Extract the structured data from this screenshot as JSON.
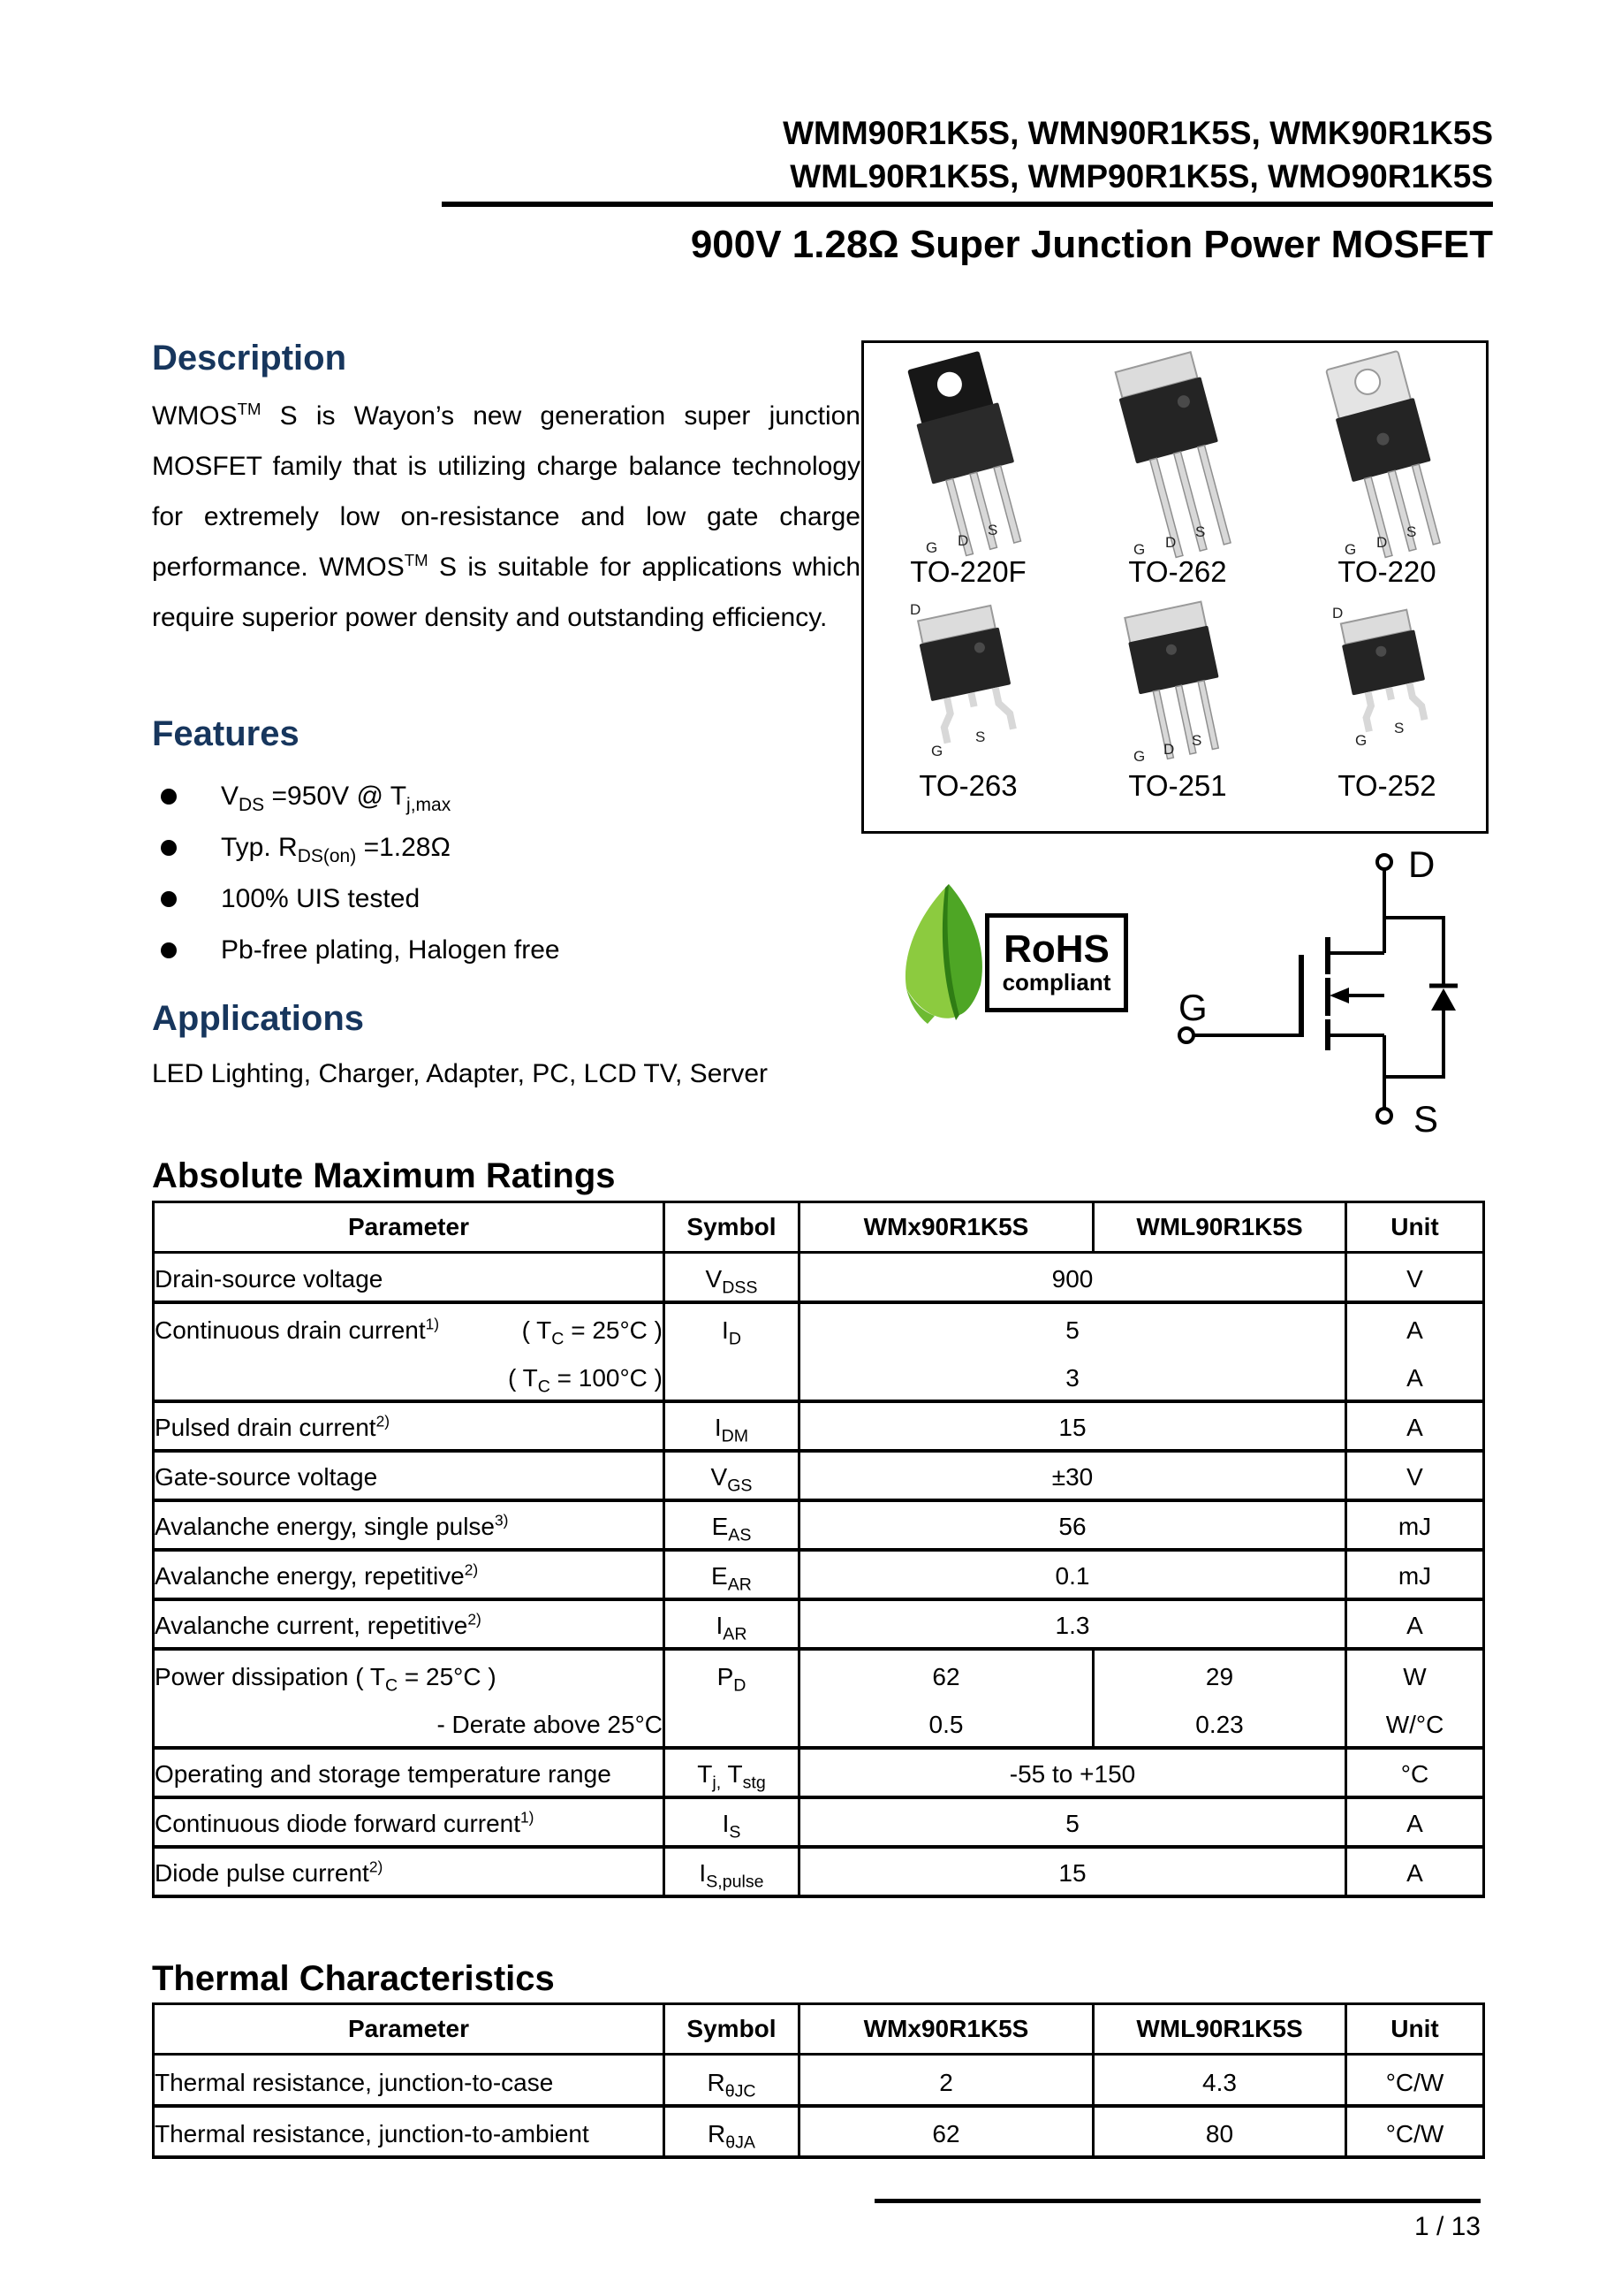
{
  "header": {
    "part_numbers_line1": "WMM90R1K5S, WMN90R1K5S, WMK90R1K5S",
    "part_numbers_line2": "WML90R1K5S, WMP90R1K5S, WMO90R1K5S",
    "title": "900V 1.28Ω Super Junction Power MOSFET"
  },
  "description": {
    "heading": "Description",
    "body": [
      {
        "t": "WMOS"
      },
      {
        "sup": "TM"
      },
      {
        "t": " S is Wayon’s new generation super junction MOSFET family that is utilizing charge balance technology for extremely low on-resistance and low gate charge performance. WMOS"
      },
      {
        "sup": "TM"
      },
      {
        "t": " S is suitable for applications which require superior power density and outstanding efficiency."
      }
    ]
  },
  "features": {
    "heading": "Features",
    "items": [
      [
        {
          "t": "V"
        },
        {
          "sub": "DS"
        },
        {
          "t": " =950V @ T"
        },
        {
          "sub": "j,max"
        }
      ],
      [
        {
          "t": "Typ. R"
        },
        {
          "sub": "DS(on)"
        },
        {
          "t": " =1.28Ω"
        }
      ],
      [
        {
          "t": "100% UIS tested"
        }
      ],
      [
        {
          "t": "Pb-free plating, Halogen free"
        }
      ]
    ]
  },
  "applications": {
    "heading": "Applications",
    "text": "LED Lighting, Charger, Adapter, PC, LCD TV, Server"
  },
  "packages": {
    "items": [
      {
        "caption": "TO-220F",
        "pins": [
          "G",
          "D",
          "S"
        ]
      },
      {
        "caption": "TO-262",
        "pins": [
          "G",
          "D",
          "S"
        ]
      },
      {
        "caption": "TO-220",
        "pins": [
          "G",
          "D",
          "S"
        ]
      },
      {
        "caption": "TO-263",
        "pins": [
          "D",
          "G",
          "S"
        ]
      },
      {
        "caption": "TO-251",
        "pins": [
          "G",
          "D",
          "S"
        ]
      },
      {
        "caption": "TO-252",
        "pins": [
          "D",
          "G",
          "S"
        ]
      }
    ]
  },
  "rohs": {
    "title": "RoHS",
    "subtitle": "compliant"
  },
  "mosfet": {
    "drain": "D",
    "gate": "G",
    "source": "S"
  },
  "amr": {
    "heading": "Absolute Maximum Ratings",
    "columns": [
      "Parameter",
      "Symbol",
      "WMx90R1K5S",
      "WML90R1K5S",
      "Unit"
    ],
    "rows": {
      "vdss": {
        "param": [
          {
            "t": "Drain-source voltage"
          }
        ],
        "symbol": [
          {
            "t": "V"
          },
          {
            "sub": "DSS"
          }
        ],
        "value": "900",
        "unit": "V"
      },
      "id25": {
        "param": [
          {
            "t": "Continuous drain current"
          },
          {
            "sup": "1)"
          }
        ],
        "cond": [
          {
            "t": "( T"
          },
          {
            "sub": "C"
          },
          {
            "t": " = 25°C )"
          }
        ],
        "symbol": [
          {
            "t": "I"
          },
          {
            "sub": "D"
          }
        ],
        "value": "5",
        "unit": "A"
      },
      "id100": {
        "cond": [
          {
            "t": "( T"
          },
          {
            "sub": "C"
          },
          {
            "t": " = 100°C )"
          }
        ],
        "value": "3",
        "unit": "A"
      },
      "idm": {
        "param": [
          {
            "t": "Pulsed drain current"
          },
          {
            "sup": "2)"
          }
        ],
        "symbol": [
          {
            "t": "I"
          },
          {
            "sub": "DM"
          }
        ],
        "value": "15",
        "unit": "A"
      },
      "vgs": {
        "param": [
          {
            "t": "Gate-source voltage"
          }
        ],
        "symbol": [
          {
            "t": "V"
          },
          {
            "sub": "GS"
          }
        ],
        "value": "±30",
        "unit": "V"
      },
      "eas": {
        "param": [
          {
            "t": "Avalanche energy, single pulse"
          },
          {
            "sup": "3)"
          }
        ],
        "symbol": [
          {
            "t": "E"
          },
          {
            "sub": "AS"
          }
        ],
        "value": "56",
        "unit": "mJ"
      },
      "ear": {
        "param": [
          {
            "t": "Avalanche energy, repetitive"
          },
          {
            "sup": "2)"
          }
        ],
        "symbol": [
          {
            "t": "E"
          },
          {
            "sub": "AR"
          }
        ],
        "value": "0.1",
        "unit": "mJ"
      },
      "iar": {
        "param": [
          {
            "t": "Avalanche current, repetitive"
          },
          {
            "sup": "2)"
          }
        ],
        "symbol": [
          {
            "t": "I"
          },
          {
            "sub": "AR"
          }
        ],
        "value": "1.3",
        "unit": "A"
      },
      "pd": {
        "param": [
          {
            "t": "Power dissipation ( T"
          },
          {
            "sub": "C"
          },
          {
            "t": " = 25°C )"
          }
        ],
        "symbol": [
          {
            "t": "P"
          },
          {
            "sub": "D"
          }
        ],
        "v1": "62",
        "v2": "29",
        "unit": "W"
      },
      "derate": {
        "cond": [
          {
            "t": "- Derate above 25°C"
          }
        ],
        "v1": "0.5",
        "v2": "0.23",
        "unit": "W/°C"
      },
      "temp": {
        "param": [
          {
            "t": "Operating and storage temperature range"
          }
        ],
        "symbol": [
          {
            "t": "T"
          },
          {
            "sub": "j,"
          },
          {
            "t": " T"
          },
          {
            "sub": "stg"
          }
        ],
        "value": "-55 to +150",
        "unit": "°C"
      },
      "is": {
        "param": [
          {
            "t": "Continuous diode forward current"
          },
          {
            "sup": "1)"
          }
        ],
        "symbol": [
          {
            "t": "I"
          },
          {
            "sub": "S"
          }
        ],
        "value": "5",
        "unit": "A"
      },
      "ispulse": {
        "param": [
          {
            "t": "Diode pulse current"
          },
          {
            "sup": "2)"
          }
        ],
        "symbol": [
          {
            "t": "I"
          },
          {
            "sub": "S,pulse"
          }
        ],
        "value": "15",
        "unit": "A"
      }
    }
  },
  "thermal": {
    "heading": "Thermal Characteristics",
    "columns": [
      "Parameter",
      "Symbol",
      "WMx90R1K5S",
      "WML90R1K5S",
      "Unit"
    ],
    "rows": {
      "rthjc": {
        "param": [
          {
            "t": "Thermal resistance, junction-to-case"
          }
        ],
        "symbol": [
          {
            "t": "R"
          },
          {
            "sub": "θJC"
          }
        ],
        "v1": "2",
        "v2": "4.3",
        "unit": "°C/W"
      },
      "rthja": {
        "param": [
          {
            "t": "Thermal resistance, junction-to-ambient"
          }
        ],
        "symbol": [
          {
            "t": "R"
          },
          {
            "sub": "θJA"
          }
        ],
        "v1": "62",
        "v2": "80",
        "unit": "°C/W"
      }
    }
  },
  "footer": {
    "page_number": "1 / 13"
  }
}
